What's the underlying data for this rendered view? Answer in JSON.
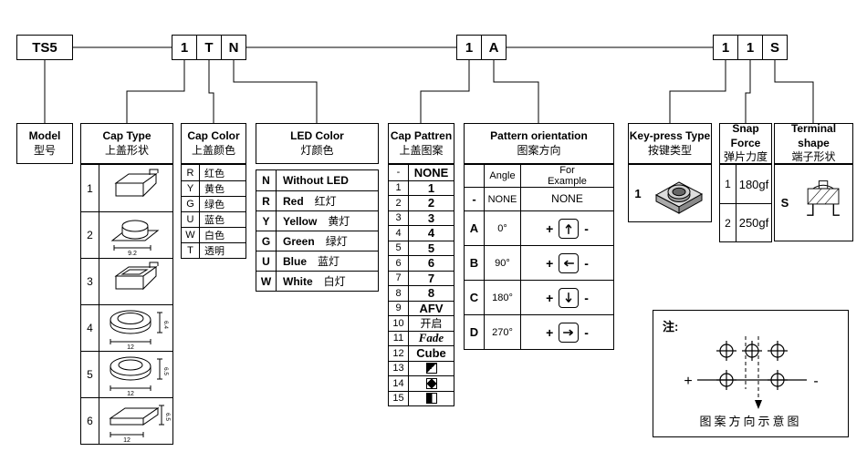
{
  "code": {
    "model": "TS5",
    "group1": [
      "1",
      "T",
      "N"
    ],
    "group2": [
      "1",
      "A"
    ],
    "group3": [
      "1",
      "1",
      "S"
    ]
  },
  "model": {
    "en": "Model",
    "zh": "型号"
  },
  "cap_type": {
    "en": "Cap Type",
    "zh": "上盖形状",
    "rows": [
      {
        "num": "1"
      },
      {
        "num": "2",
        "dim_w": "9.2"
      },
      {
        "num": "3"
      },
      {
        "num": "4",
        "dim_w": "12",
        "dim_h": "6.4"
      },
      {
        "num": "5",
        "dim_w": "12",
        "dim_h": "6.5"
      },
      {
        "num": "6",
        "dim_w": "12",
        "dim_h": "6.5"
      }
    ]
  },
  "cap_color": {
    "en": "Cap Color",
    "zh": "上盖颜色",
    "rows": [
      {
        "code": "R",
        "label": "红色"
      },
      {
        "code": "Y",
        "label": "黄色"
      },
      {
        "code": "G",
        "label": "绿色"
      },
      {
        "code": "U",
        "label": "蓝色"
      },
      {
        "code": "W",
        "label": "白色"
      },
      {
        "code": "T",
        "label": "透明"
      }
    ]
  },
  "led_color": {
    "en": "LED Color",
    "zh": "灯颜色",
    "rows": [
      {
        "code": "N",
        "en": "Without LED",
        "zh": ""
      },
      {
        "code": "R",
        "en": "Red",
        "zh": "红灯"
      },
      {
        "code": "Y",
        "en": "Yellow",
        "zh": "黄灯"
      },
      {
        "code": "G",
        "en": "Green",
        "zh": "绿灯"
      },
      {
        "code": "U",
        "en": "Blue",
        "zh": "蓝灯"
      },
      {
        "code": "W",
        "en": "White",
        "zh": "白灯"
      }
    ]
  },
  "cap_pattern": {
    "en": "Cap Pattren",
    "zh": "上盖图案",
    "rows": [
      {
        "code": "-",
        "label": "NONE"
      },
      {
        "code": "1",
        "label": "1"
      },
      {
        "code": "2",
        "label": "2"
      },
      {
        "code": "3",
        "label": "3"
      },
      {
        "code": "4",
        "label": "4"
      },
      {
        "code": "5",
        "label": "5"
      },
      {
        "code": "6",
        "label": "6"
      },
      {
        "code": "7",
        "label": "7"
      },
      {
        "code": "8",
        "label": "8"
      },
      {
        "code": "9",
        "label": "AFV"
      },
      {
        "code": "10",
        "label": "开启"
      },
      {
        "code": "11",
        "label": "Fade"
      },
      {
        "code": "12",
        "label": "Cube"
      },
      {
        "code": "13",
        "label": "",
        "icon": "diagonal-half-filled-square"
      },
      {
        "code": "14",
        "label": "",
        "icon": "black-diamond"
      },
      {
        "code": "15",
        "label": "",
        "icon": "black-bar"
      }
    ]
  },
  "orientation": {
    "en": "Pattern orientation",
    "zh": "图案方向",
    "col_angle": "Angle",
    "col_example_line1": "For",
    "col_example_line2": "Example",
    "plus": "+",
    "minus": "-",
    "rows": [
      {
        "code": "-",
        "angle": "NONE",
        "example": "NONE"
      },
      {
        "code": "A",
        "angle": "0°"
      },
      {
        "code": "B",
        "angle": "90°"
      },
      {
        "code": "C",
        "angle": "180°"
      },
      {
        "code": "D",
        "angle": "270°"
      }
    ]
  },
  "key_press": {
    "en": "Key-press Type",
    "zh": "按键类型",
    "code": "1"
  },
  "snap_force": {
    "en": "Snap Force",
    "zh": "弹片力度",
    "rows": [
      {
        "code": "1",
        "value": "180gf"
      },
      {
        "code": "2",
        "value": "250gf"
      }
    ]
  },
  "terminal": {
    "en": "Terminal shape",
    "zh": "端子形状",
    "code": "S"
  },
  "note": {
    "label": "注:",
    "caption": "图案方向示意图",
    "plus": "+",
    "minus": "-"
  }
}
